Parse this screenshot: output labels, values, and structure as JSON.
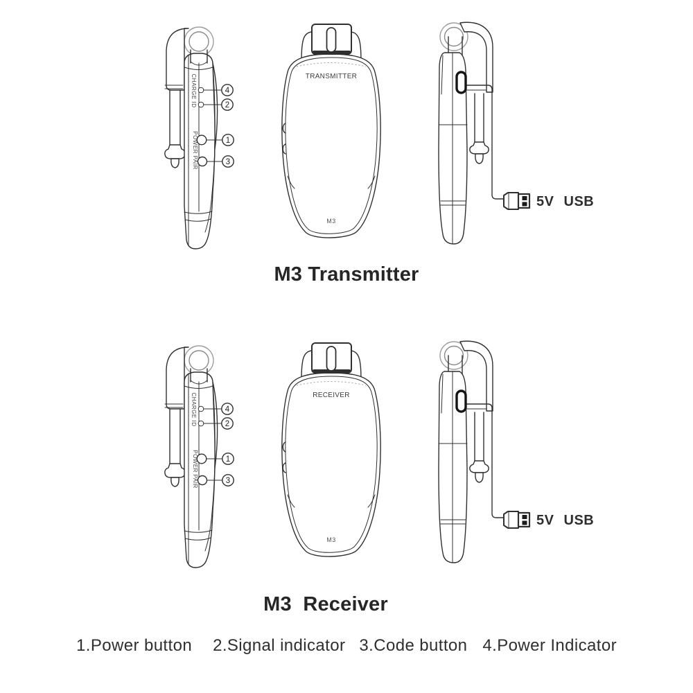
{
  "captions": {
    "transmitter": "M3 Transmitter",
    "receiver": "M3  Receiver"
  },
  "legend": {
    "items": [
      "1.Power button",
      "2.Signal indicator",
      "3.Code button",
      "4.Power Indicator"
    ]
  },
  "front_device": {
    "transmitter_label": "TRANSMITTER",
    "receiver_label": "RECEIVER",
    "model": "M3"
  },
  "side_device_left": {
    "charge_label": "CHARGE ID",
    "power_label": "POWER PAIR",
    "callouts": {
      "power_indicator": "4",
      "signal_indicator": "2",
      "power_button": "1",
      "code_button": "3"
    }
  },
  "side_device_right": {
    "usb_label": "5V USB"
  },
  "colors": {
    "line": "#2f2f2f",
    "line_gray": "#9e9e9e",
    "caption_text": "#262626",
    "legend_text": "#2f2f2f",
    "device_text": "#3d3d3d"
  }
}
